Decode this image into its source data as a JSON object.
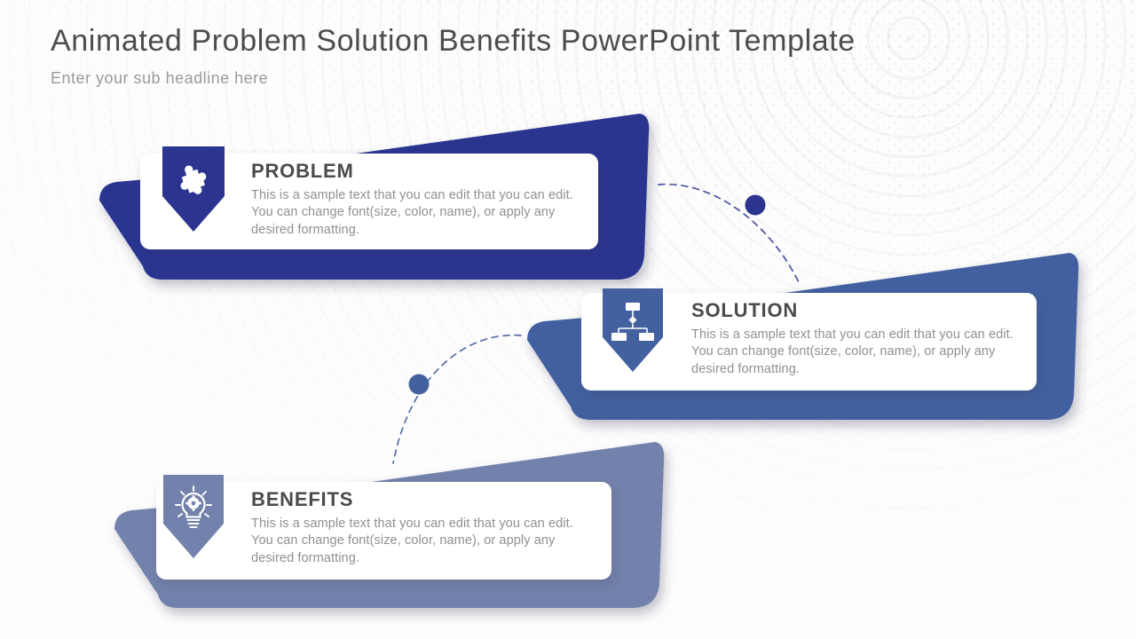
{
  "header": {
    "title": "Animated Problem Solution Benefits PowerPoint Template",
    "subtitle": "Enter your sub headline here"
  },
  "theme": {
    "problem_color": "#2b3590",
    "solution_color": "#43619f",
    "benefits_color": "#7382ac",
    "card_background": "#ffffff",
    "title_color": "#4c4c4c",
    "subtitle_color": "#9a9a9e",
    "heading_color": "#4b4b4b",
    "body_color": "#908f94",
    "page_background": "#fdfdfd"
  },
  "steps": [
    {
      "id": "problem",
      "title": "PROBLEM",
      "body": "This is a sample text that you can edit that you can edit. You can change font(size, color, name), or apply any desired formatting.",
      "icon": "puzzle-piece-icon",
      "color": "#2b3590"
    },
    {
      "id": "solution",
      "title": "SOLUTION",
      "body": "This is a sample text that you can edit that you can edit. You can change font(size, color, name), or apply any desired formatting.",
      "icon": "hierarchy-icon",
      "color": "#43619f"
    },
    {
      "id": "benefits",
      "title": "BENEFITS",
      "body": "This is a sample text that you can edit that you can edit. You can change font(size, color, name), or apply any desired formatting.",
      "icon": "lightbulb-gear-icon",
      "color": "#7382ac"
    }
  ],
  "connectors": [
    {
      "id": "problem-to-solution",
      "dot_color": "#2b3590",
      "style": "dashed-arc"
    },
    {
      "id": "solution-to-benefits",
      "dot_color": "#43619f",
      "style": "dashed-arc"
    }
  ]
}
